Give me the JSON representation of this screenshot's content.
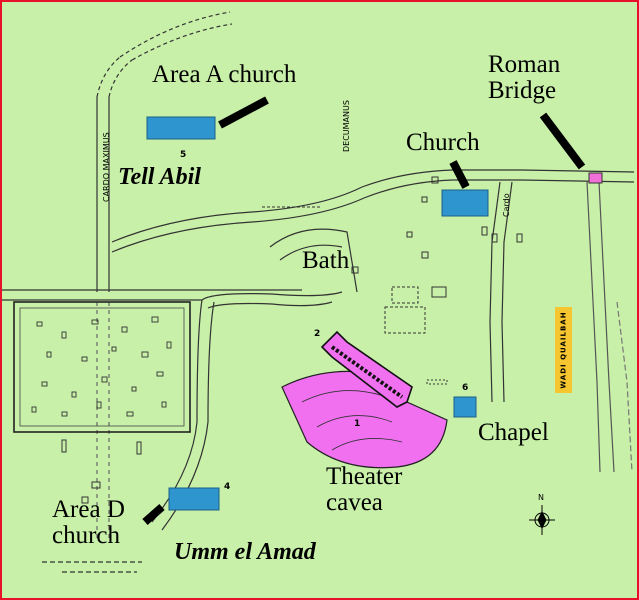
{
  "labels": {
    "area_a_church": "Area A church",
    "roman_bridge": "Roman Bridge",
    "church": "Church",
    "tell_abil": "Tell Abil",
    "bath": "Bath",
    "chapel": "Chapel",
    "theater_cavea": "Theater cavea",
    "area_d_church": "Area D church",
    "umm_el_amad": "Umm el Amad"
  },
  "streets": {
    "cardo_maximus": "CARDO MAXIMUS",
    "decumanus": "DECUMANUS",
    "cardo": "Cardo"
  },
  "wadi": "WADI QUAILBAH",
  "compass": "N",
  "site_numbers": [
    "1",
    "2",
    "4",
    "5",
    "6"
  ],
  "colors": {
    "background": "#c8f0a8",
    "border": "#e8102a",
    "church_fill": "#2f95cf",
    "theater_fill": "#f070f0",
    "bridge_fill": "#f070d8",
    "wadi_label_bg": "#f6c630",
    "pointer": "#000000"
  },
  "icons": [
    "north-arrow-icon"
  ]
}
